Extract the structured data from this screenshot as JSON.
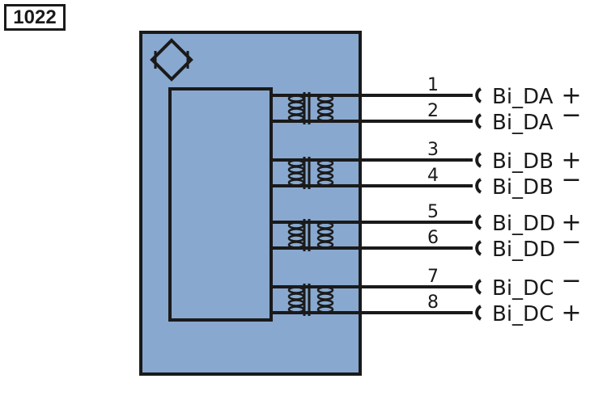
{
  "id_label": "1022",
  "colors": {
    "housing": "#88a8cf",
    "line": "#1a1a1a"
  },
  "pins": [
    {
      "number": "1",
      "signal": "Bi_DA",
      "sign": "+"
    },
    {
      "number": "2",
      "signal": "Bi_DA",
      "sign": "−"
    },
    {
      "number": "3",
      "signal": "Bi_DB",
      "sign": "+"
    },
    {
      "number": "4",
      "signal": "Bi_DB",
      "sign": "−"
    },
    {
      "number": "5",
      "signal": "Bi_DD",
      "sign": "+"
    },
    {
      "number": "6",
      "signal": "Bi_DD",
      "sign": "−"
    },
    {
      "number": "7",
      "signal": "Bi_DC",
      "sign": "−"
    },
    {
      "number": "8",
      "signal": "Bi_DC",
      "sign": "+"
    }
  ]
}
